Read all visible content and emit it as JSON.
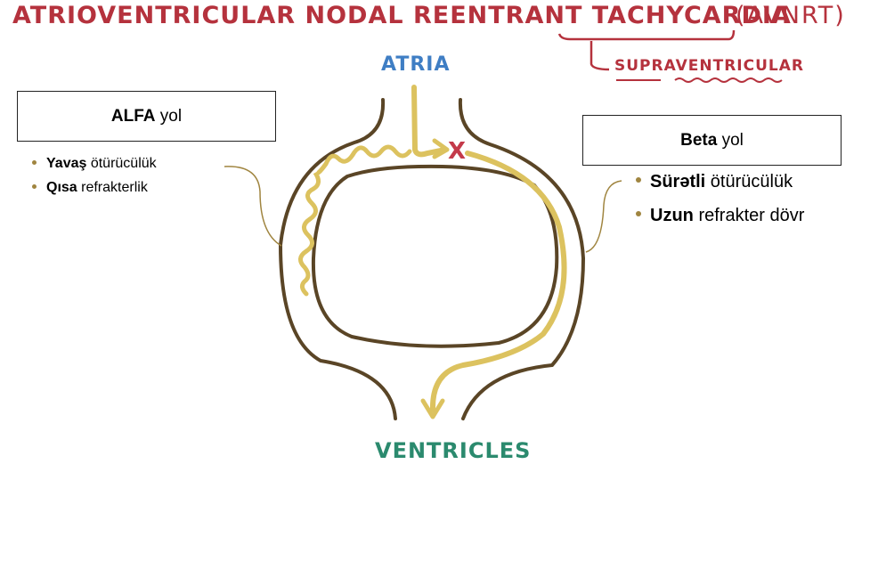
{
  "title": {
    "main": "ATRIOVENTRICULAR NODAL REENTRANT TACHYCARDIA",
    "abbr": "(AVNRT)",
    "subtitle": "SUPRAVENTRICULAR"
  },
  "labels": {
    "top": "ATRIA",
    "bottom": "VENTRICLES",
    "block_mark": "X"
  },
  "alfa": {
    "box_bold": "ALFA",
    "box_rest": " yol",
    "items": [
      {
        "bold": "Yavaş",
        "rest": " ötürücülük"
      },
      {
        "bold": "Qısa",
        "rest": " refrakterlik"
      }
    ]
  },
  "beta": {
    "box_bold": "Beta",
    "box_rest": " yol",
    "items": [
      {
        "bold": "Sürətli",
        "rest": " ötürücülük"
      },
      {
        "bold": "Uzun",
        "rest": " refrakter dövr"
      }
    ]
  },
  "colors": {
    "title": "#b5323d",
    "atria": "#3f7ec4",
    "ventricles": "#2b8a6e",
    "node_outline": "#5a4526",
    "impulse": "#dcc25f",
    "block": "#c43a4a"
  }
}
